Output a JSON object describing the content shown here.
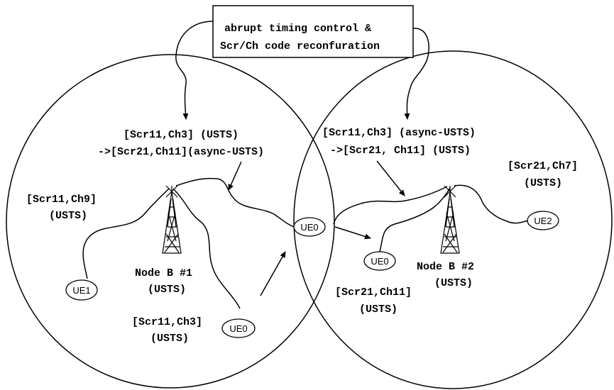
{
  "control_box": {
    "line1": "abrupt timing control &",
    "line2": "Scr/Ch code reconfuration"
  },
  "cell1": {
    "handover_line1": "[Scr11,Ch3] (USTS)",
    "handover_line2": "->[Scr21,Ch11](async-USTS)",
    "ue1_code_line1": "[Scr11,Ch9]",
    "ue1_code_line2": "(USTS)",
    "node_label_line1": "Node B #1",
    "node_label_line2": "(USTS)",
    "ue0_code_line1": "[Scr11,Ch3]",
    "ue0_code_line2": "(USTS)"
  },
  "cell2": {
    "handover_line1": "[Scr11,Ch3] (async-USTS)",
    "handover_line2": "->[Scr21, Ch11] (USTS)",
    "ue2_code_line1": "[Scr21,Ch7]",
    "ue2_code_line2": "(USTS)",
    "node_label_line1": "Node B #2",
    "node_label_line2": "(USTS)",
    "ue0_code_line1": "[Scr21,Ch11]",
    "ue0_code_line2": "(USTS)"
  },
  "ue_labels": {
    "ue1": "UE1",
    "ue0_cell1": "UE0",
    "ue0_border": "UE0",
    "ue0_cell2": "UE0",
    "ue2": "UE2"
  }
}
